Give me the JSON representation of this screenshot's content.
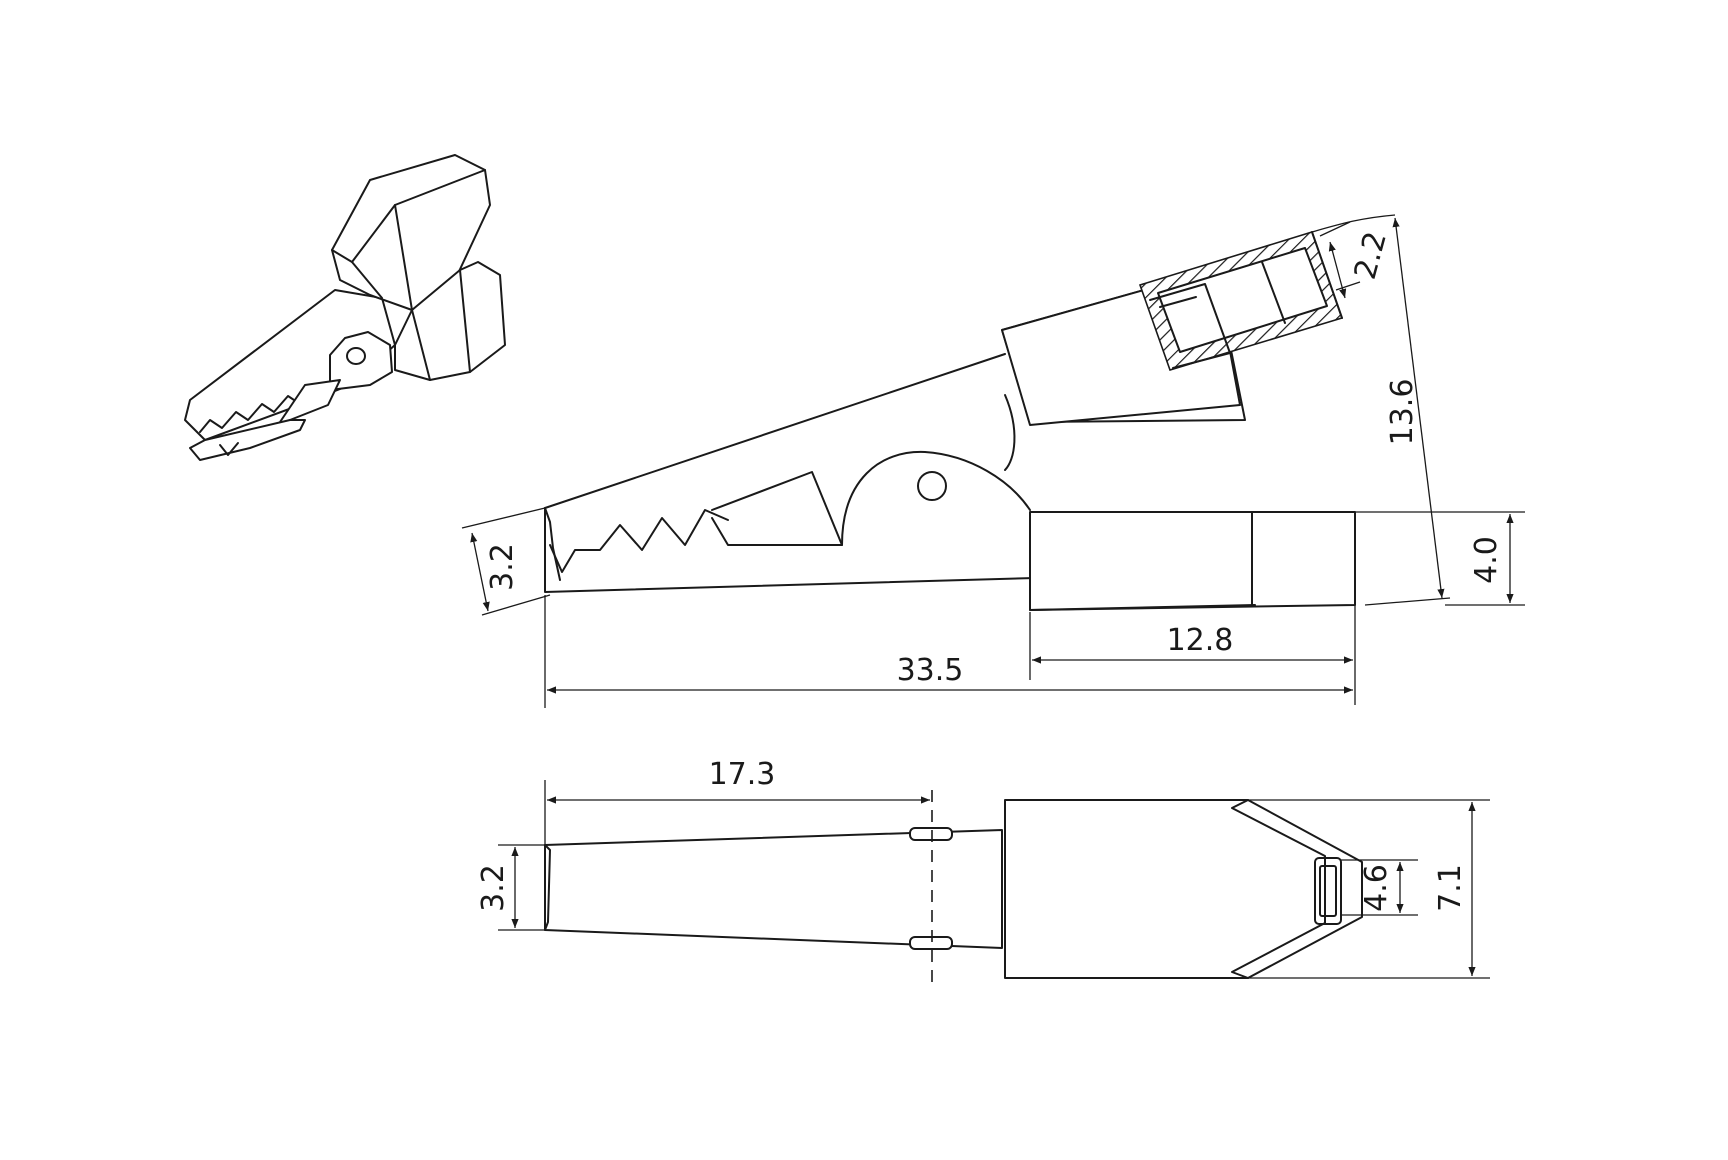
{
  "dimensions": {
    "jaw_height_side": "3.2",
    "tube_wall": "2.2",
    "overall_height": "13.6",
    "body_height": "4.0",
    "handle_length": "12.8",
    "overall_length": "33.5",
    "jaw_length_top": "17.3",
    "jaw_width_top": "3.2",
    "slot_width": "4.6",
    "body_width": "7.1"
  }
}
